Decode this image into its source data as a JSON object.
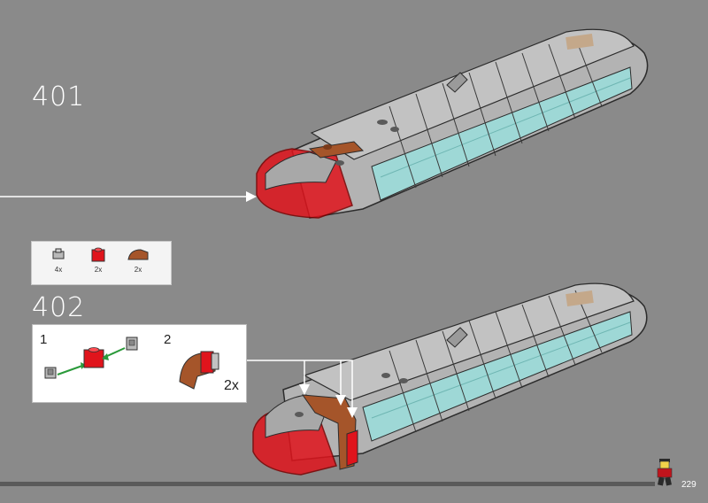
{
  "steps": [
    {
      "number": "401"
    },
    {
      "number": "402"
    }
  ],
  "parts": [
    {
      "icon": "grey-bracket-plate-icon",
      "qty": "4x",
      "color": "#b9b9b9"
    },
    {
      "icon": "red-brick-1x1-icon",
      "qty": "2x",
      "color": "#e0141c"
    },
    {
      "icon": "brown-curved-slope-icon",
      "qty": "2x",
      "color": "#a5552a"
    }
  ],
  "substeps": {
    "first_label": "1",
    "second_label": "2",
    "multiplier": "2x"
  },
  "page_number": "229",
  "colors": {
    "background": "#8a8a8a",
    "train_body": "#b3b3b3",
    "window_glass": "#9ed8d6",
    "nose_red": "#e0141c",
    "brown": "#a5552a",
    "callout_line": "#ffffff"
  }
}
